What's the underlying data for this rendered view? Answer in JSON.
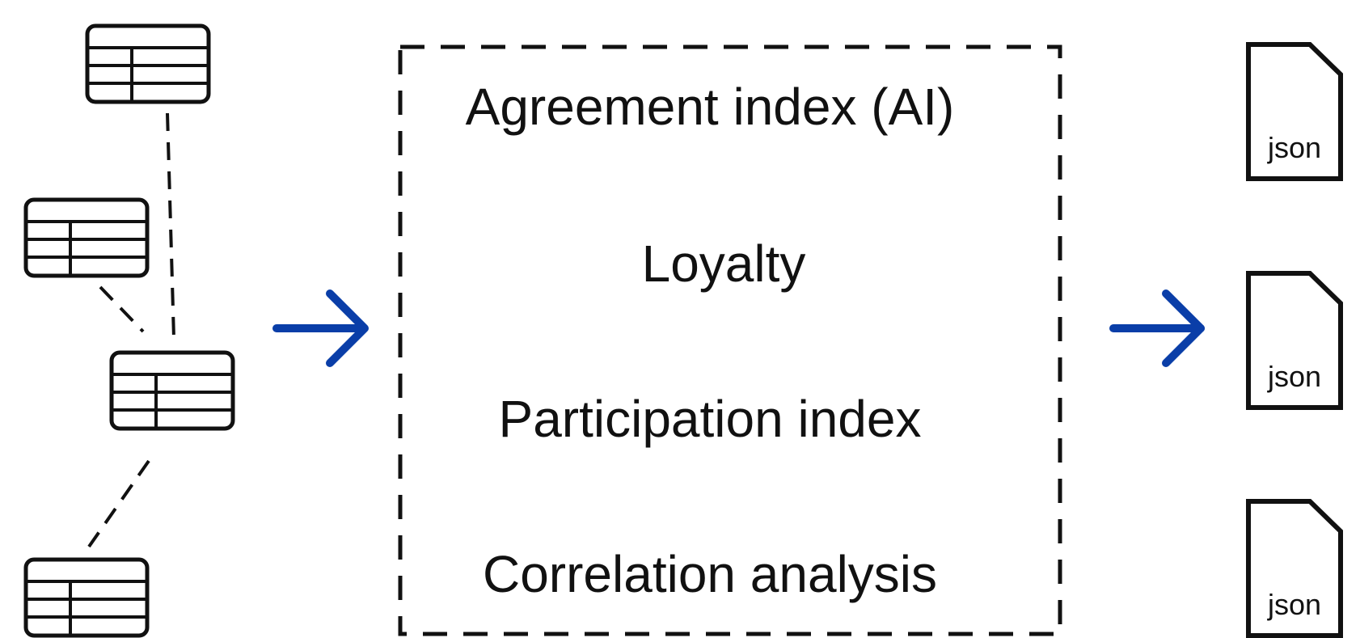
{
  "metrics": {
    "items": [
      "Agreement index (AI)",
      "Loyalty",
      "Participation index",
      "Correlation analysis"
    ]
  },
  "outputs": {
    "labels": [
      "json",
      "json",
      "json"
    ]
  },
  "icons": {
    "table": "table-icon",
    "arrow": "arrow-right-icon",
    "document": "json-file-icon"
  },
  "colors": {
    "arrow": "#0A3EA8",
    "stroke": "#111111",
    "background": "#FFFFFF"
  }
}
